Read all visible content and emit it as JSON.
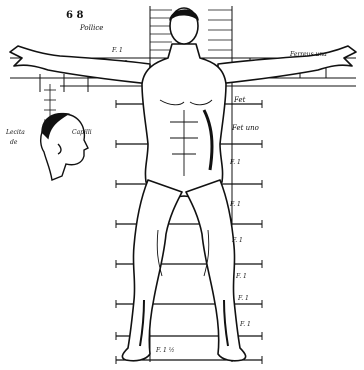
{
  "figure": {
    "caption_number": "6 8",
    "caption_word": "Pollice",
    "label_arm_mark": "F. 1",
    "label_arm_left": "Ferreus una",
    "label_chest": "Fet",
    "label_waist": "Fet uno",
    "label_abdomen": "F. 1",
    "label_hip": "F. 1",
    "label_thigh": "F. 1",
    "label_knee": "F. 1",
    "label_shin": "F. 1",
    "label_calf": "F. 1",
    "label_foot": "F. 1 ½",
    "head_label_left": "Lecita",
    "head_label_left2": "de",
    "head_label_right": "Capilli"
  }
}
